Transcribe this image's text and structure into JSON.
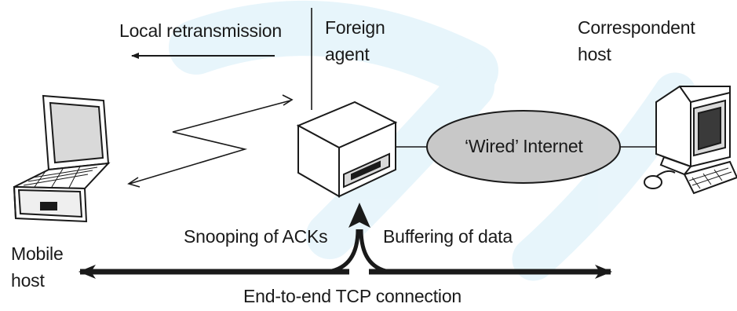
{
  "labels": {
    "local_retransmission": "Local retransmission",
    "foreign_agent": [
      "Foreign",
      "agent"
    ],
    "correspondent_host": [
      "Correspondent",
      "host"
    ],
    "wired_internet": "‘Wired’ Internet",
    "mobile_host": [
      "Mobile",
      "host"
    ],
    "snooping": "Snooping of ACKs",
    "buffering": "Buffering of data",
    "end_to_end": "End-to-end TCP connection"
  },
  "watermark": "ktu Way"
}
